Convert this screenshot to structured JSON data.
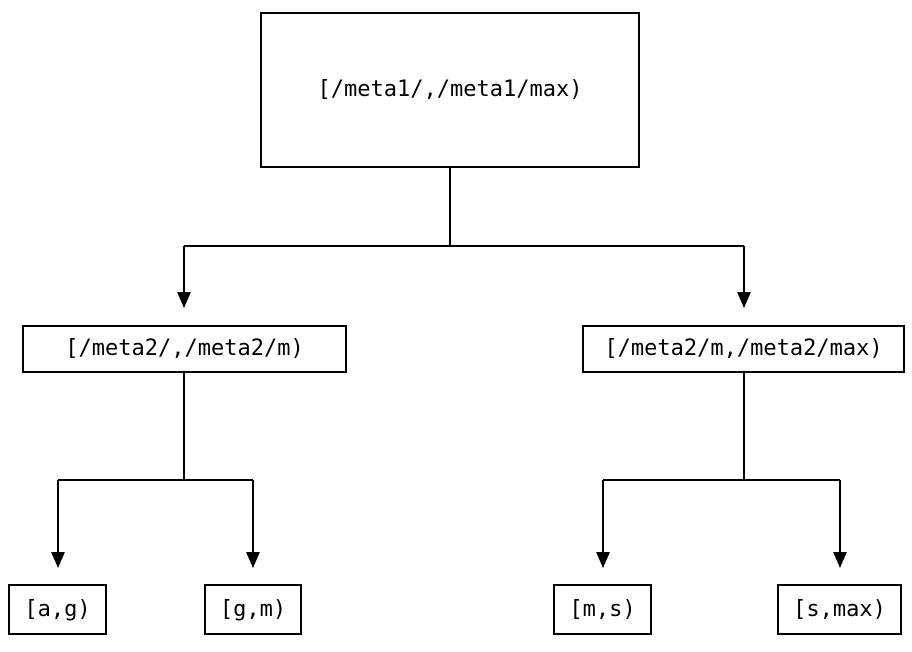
{
  "diagram": {
    "type": "tree",
    "colors": {
      "background": "#ffffff",
      "line": "#000000",
      "box_border": "#000000",
      "text": "#000000"
    },
    "root": {
      "label": "[/meta1/,/meta1/max)",
      "children": [
        {
          "label": "[/meta2/,/meta2/m)",
          "children": [
            {
              "label": "[a,g)"
            },
            {
              "label": "[g,m)"
            }
          ]
        },
        {
          "label": "[/meta2/m,/meta2/max)",
          "children": [
            {
              "label": "[m,s)"
            },
            {
              "label": "[s,max)"
            }
          ]
        }
      ]
    }
  }
}
